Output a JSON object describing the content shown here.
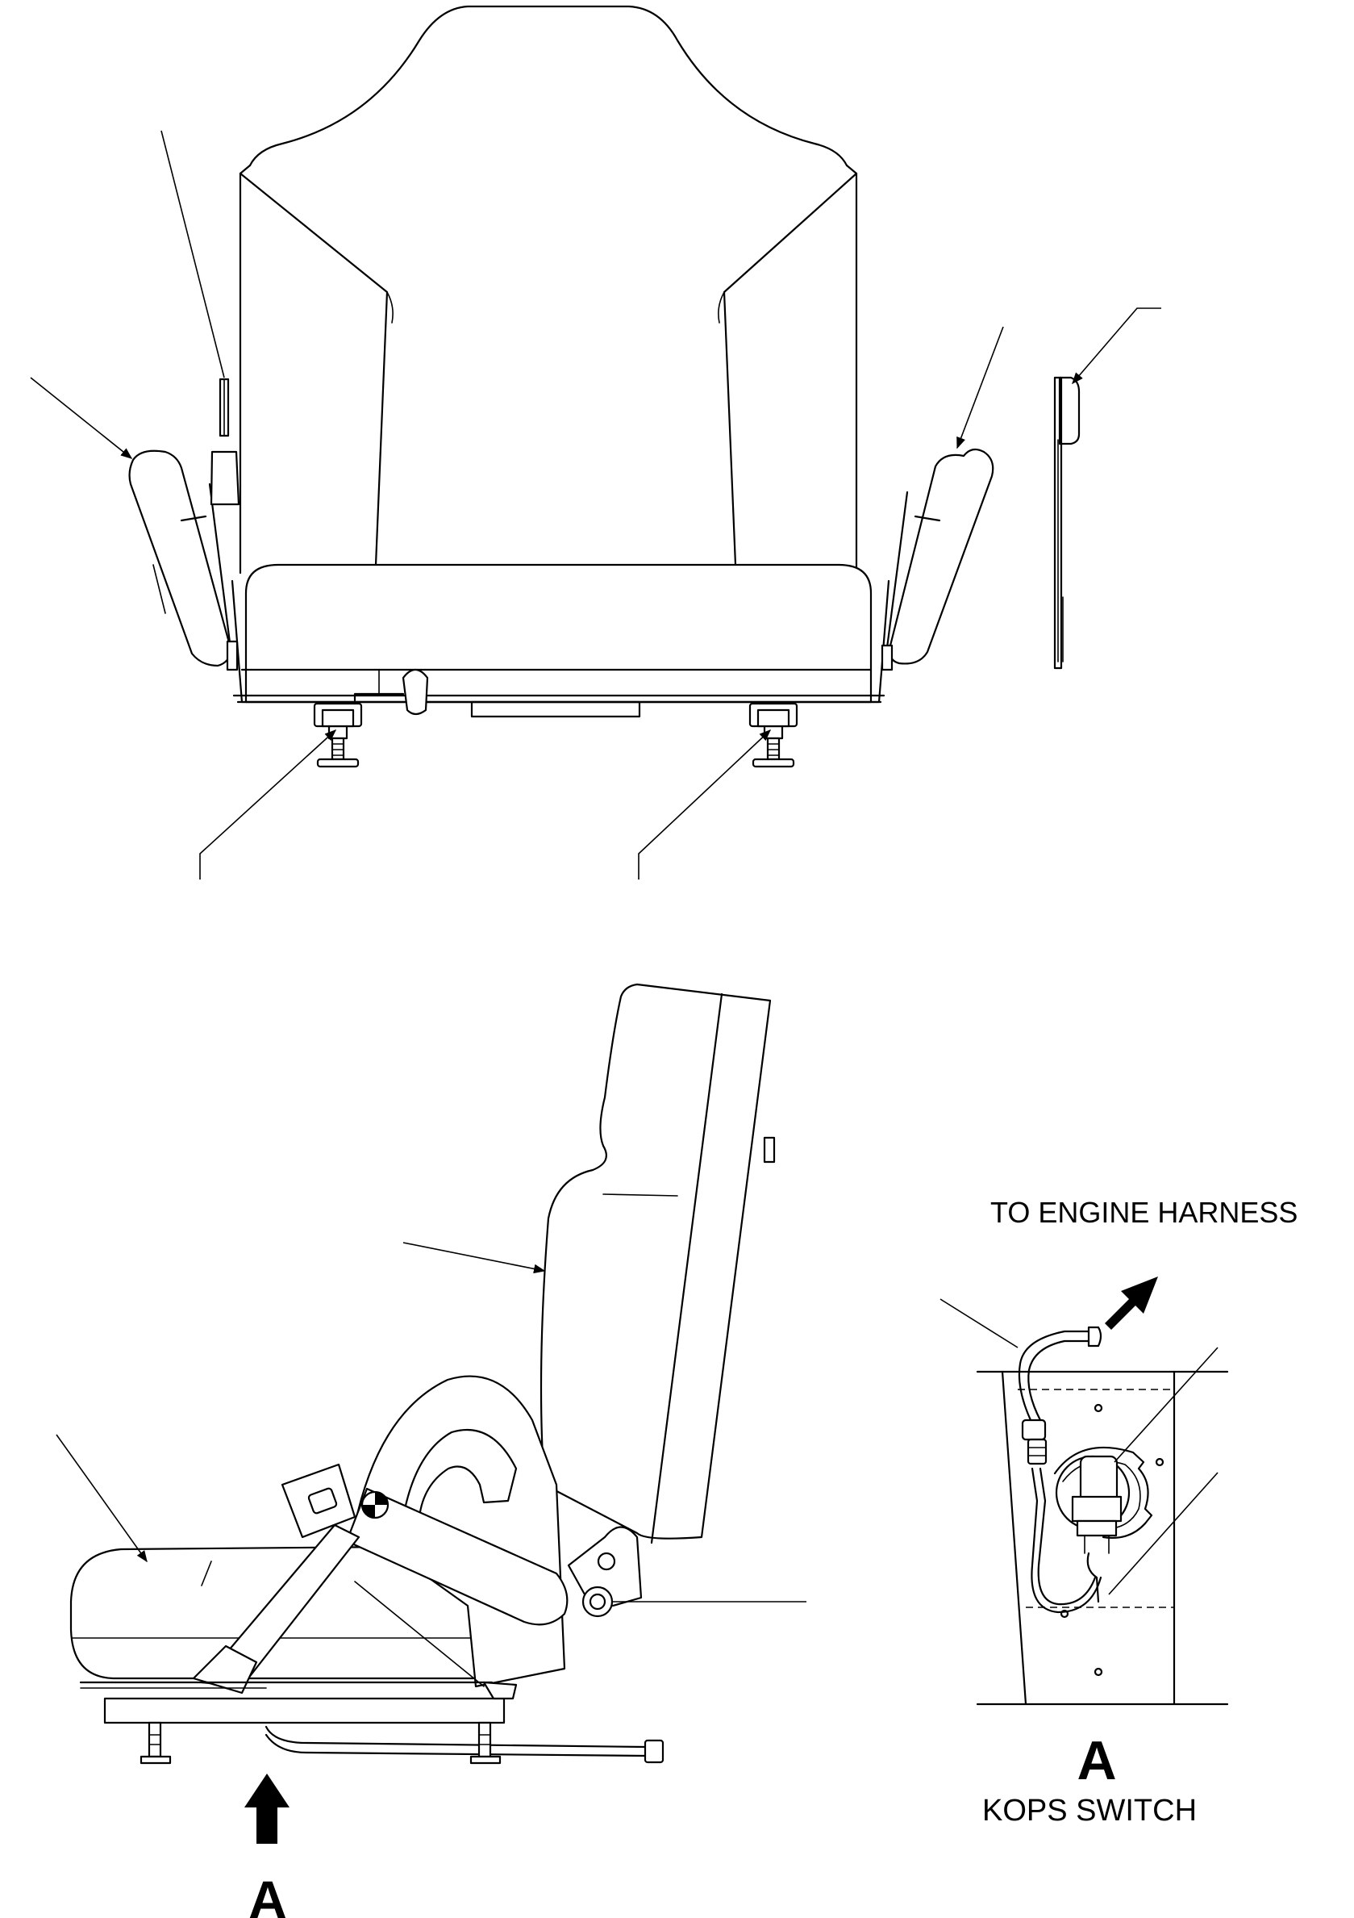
{
  "labels": {
    "to_engine_harness": "TO ENGINE HARNESS",
    "view_marker": "A",
    "detail_letter": "A",
    "detail_caption": "KOPS SWITCH"
  },
  "colors": {
    "line": "#000000",
    "background": "#ffffff"
  }
}
